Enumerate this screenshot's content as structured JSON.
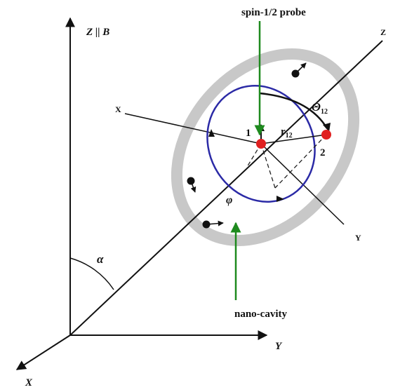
{
  "labels": {
    "probe": "spin-1/2 probe",
    "cavity": "nano-cavity",
    "axis_z_lab": "Z || B",
    "axis_x_lab": "X",
    "axis_y_lab": "Y",
    "axis_z_local": "Z",
    "axis_x_local": "X",
    "axis_y_local": "Y",
    "spin1": "1",
    "spin2": "2",
    "r_main": "r",
    "r_sub": "12",
    "theta_main": "Θ",
    "theta_sub": "12",
    "phi": "φ",
    "alpha": "α"
  },
  "colors": {
    "axes": "#111111",
    "cavity_ring": "#c8c8c8",
    "probe_orbit": "#2b2aa6",
    "arrow_green": "#1e8a1e",
    "spin_sites": "#e02020",
    "dashed": "#222222"
  },
  "icons": [
    "spin-arrow-icon",
    "spin-site-icon"
  ]
}
